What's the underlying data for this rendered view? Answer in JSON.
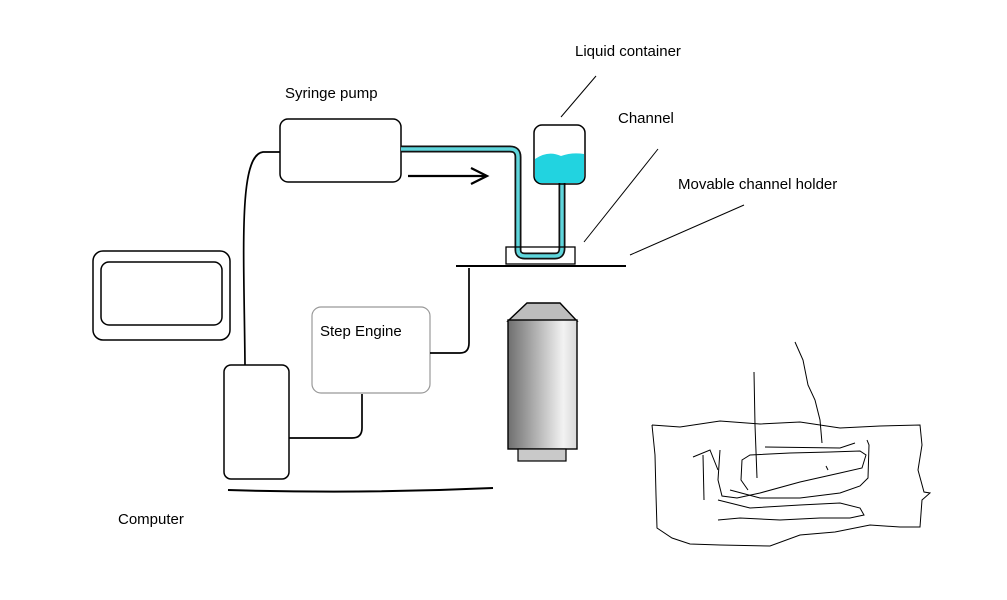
{
  "labels": {
    "syringe_pump": "Syringe pump",
    "liquid_container": "Liquid container",
    "channel": "Channel",
    "movable_channel_holder": "Movable channel holder",
    "step_engine": "Step Engine",
    "computer": "Computer"
  },
  "colors": {
    "liquid": "#22d3e0",
    "tube_outer": "#111111",
    "tube_inner": "#5fd6dc",
    "objective_dark": "#6f6f6f",
    "objective_light": "#eeeeee"
  },
  "icons": [
    "arrow-right-icon",
    "monitor-icon",
    "microscope-objective-icon"
  ]
}
